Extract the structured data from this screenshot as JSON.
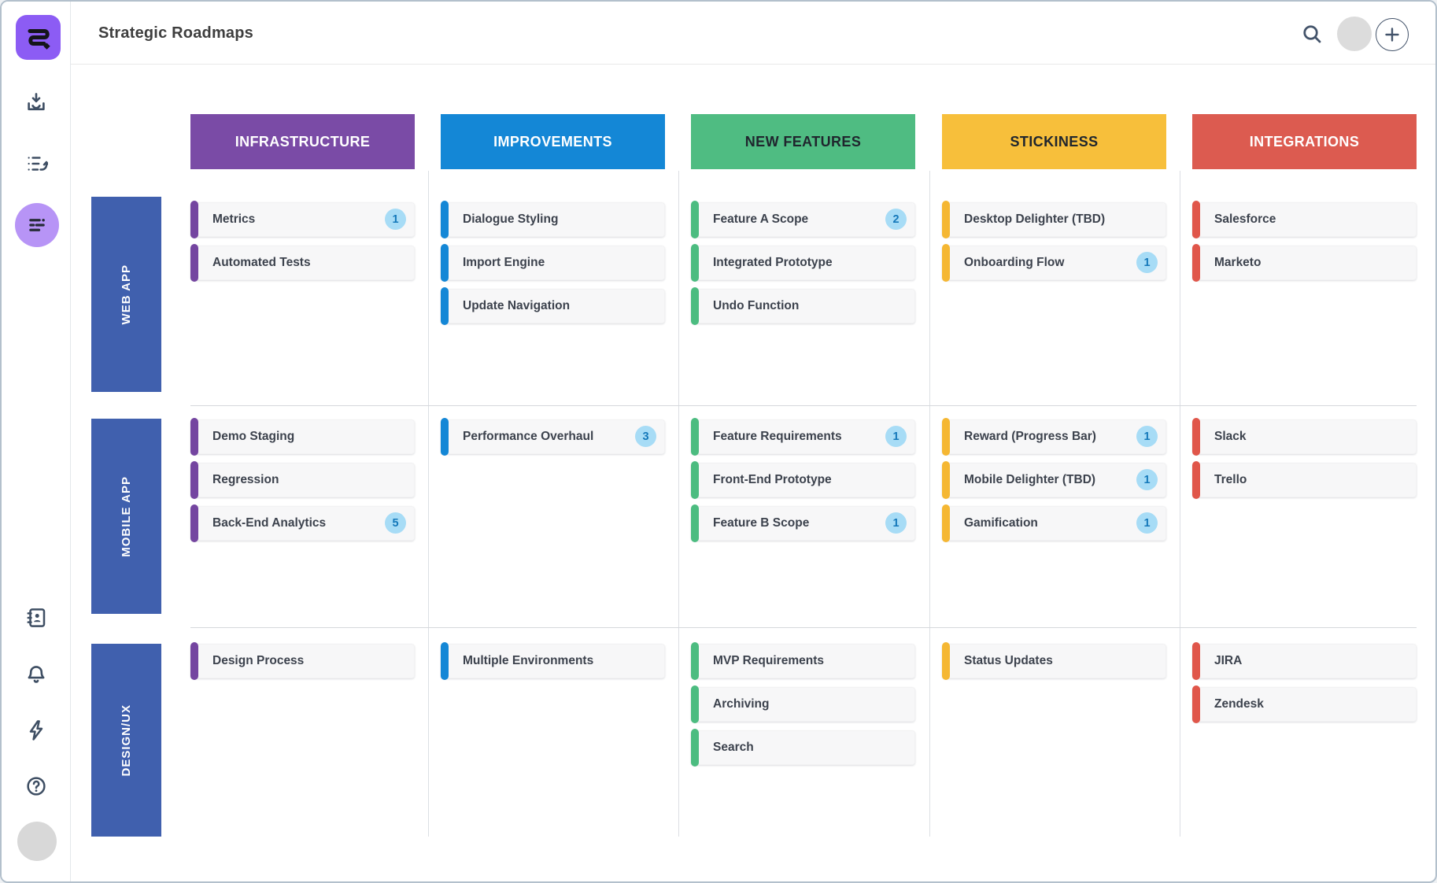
{
  "header": {
    "title": "Strategic Roadmaps",
    "actions": [
      {
        "icon": "search-icon"
      },
      {
        "icon": "user-avatar"
      },
      {
        "icon": "add-plus-icon"
      }
    ]
  },
  "sidebar": {
    "logo_icon": "roadmunk-logo",
    "logo_bg": "#8c5cf4",
    "top_icons": [
      "inbox-import-icon",
      "backlog-list-icon",
      "roadmap-view-icon"
    ],
    "active_icon": "roadmap-view-icon",
    "active_bg": "#b794f6",
    "bottom_icons": [
      "address-book-icon",
      "notifications-bell-icon",
      "activity-bolt-icon",
      "help-icon",
      "user-avatar"
    ],
    "icon_color": "#3e4e63"
  },
  "board": {
    "row_bar_color": "#4060ae",
    "badge": {
      "bg": "#a7dcf6",
      "text": "#1478ba"
    },
    "columns": [
      {
        "label": "INFRASTRUCTURE",
        "header_bg": "#7a4ba6",
        "header_text": "#ffffff",
        "accent": "#7445a0"
      },
      {
        "label": "IMPROVEMENTS",
        "header_bg": "#1487d6",
        "header_text": "#ffffff",
        "accent": "#1487d6"
      },
      {
        "label": "NEW FEATURES",
        "header_bg": "#4fbc82",
        "header_text": "#20262e",
        "accent": "#4cbc80"
      },
      {
        "label": "STICKINESS",
        "header_bg": "#f7bf3b",
        "header_text": "#20262e",
        "accent": "#f5b733"
      },
      {
        "label": "INTEGRATIONS",
        "header_bg": "#dc5b50",
        "header_text": "#ffffff",
        "accent": "#e0564a"
      }
    ],
    "rows": [
      {
        "label": "WEB APP"
      },
      {
        "label": "MOBILE APP"
      },
      {
        "label": "DESIGN/UX"
      }
    ],
    "cells": [
      [
        [
          {
            "label": "Metrics",
            "badge": "1"
          },
          {
            "label": "Automated Tests"
          }
        ],
        [
          {
            "label": "Dialogue Styling"
          },
          {
            "label": "Import Engine"
          },
          {
            "label": "Update Navigation"
          }
        ],
        [
          {
            "label": "Feature A Scope",
            "badge": "2"
          },
          {
            "label": "Integrated Prototype"
          },
          {
            "label": "Undo Function"
          }
        ],
        [
          {
            "label": "Desktop Delighter (TBD)"
          },
          {
            "label": "Onboarding Flow",
            "badge": "1"
          }
        ],
        [
          {
            "label": "Salesforce"
          },
          {
            "label": "Marketo"
          }
        ]
      ],
      [
        [
          {
            "label": "Demo Staging"
          },
          {
            "label": "Regression"
          },
          {
            "label": "Back-End Analytics",
            "badge": "5"
          }
        ],
        [
          {
            "label": "Performance Overhaul",
            "badge": "3"
          }
        ],
        [
          {
            "label": "Feature Requirements",
            "badge": "1"
          },
          {
            "label": "Front-End Prototype"
          },
          {
            "label": "Feature B Scope",
            "badge": "1"
          }
        ],
        [
          {
            "label": "Reward (Progress Bar)",
            "badge": "1"
          },
          {
            "label": "Mobile Delighter (TBD)",
            "badge": "1"
          },
          {
            "label": "Gamification",
            "badge": "1"
          }
        ],
        [
          {
            "label": "Slack"
          },
          {
            "label": "Trello"
          }
        ]
      ],
      [
        [
          {
            "label": "Design Process"
          }
        ],
        [
          {
            "label": "Multiple Environments"
          }
        ],
        [
          {
            "label": "MVP Requirements"
          },
          {
            "label": "Archiving"
          },
          {
            "label": "Search"
          }
        ],
        [
          {
            "label": "Status Updates"
          }
        ],
        [
          {
            "label": "JIRA"
          },
          {
            "label": "Zendesk"
          }
        ]
      ]
    ]
  }
}
